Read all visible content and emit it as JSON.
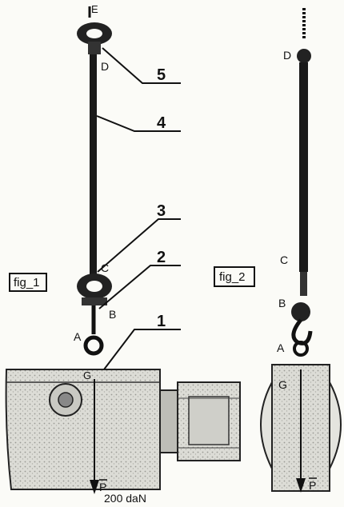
{
  "figures": {
    "fig1": "fig_1",
    "fig2": "fig_2"
  },
  "fig1_points": {
    "E": "E",
    "D": "D",
    "C": "C",
    "B": "B",
    "A": "A",
    "G": "G"
  },
  "fig2_points": {
    "D": "D",
    "C": "C",
    "B": "B",
    "A": "A",
    "G": "G"
  },
  "callouts": {
    "n1": "1",
    "n2": "2",
    "n3": "3",
    "n4": "4",
    "n5": "5"
  },
  "force": {
    "fig1_symbol": "P",
    "fig1_value": "200 daN",
    "fig2_symbol": "P"
  },
  "colors": {
    "ink": "#111111",
    "paper": "#fbfbf7",
    "shade": "#d8d8d2"
  }
}
